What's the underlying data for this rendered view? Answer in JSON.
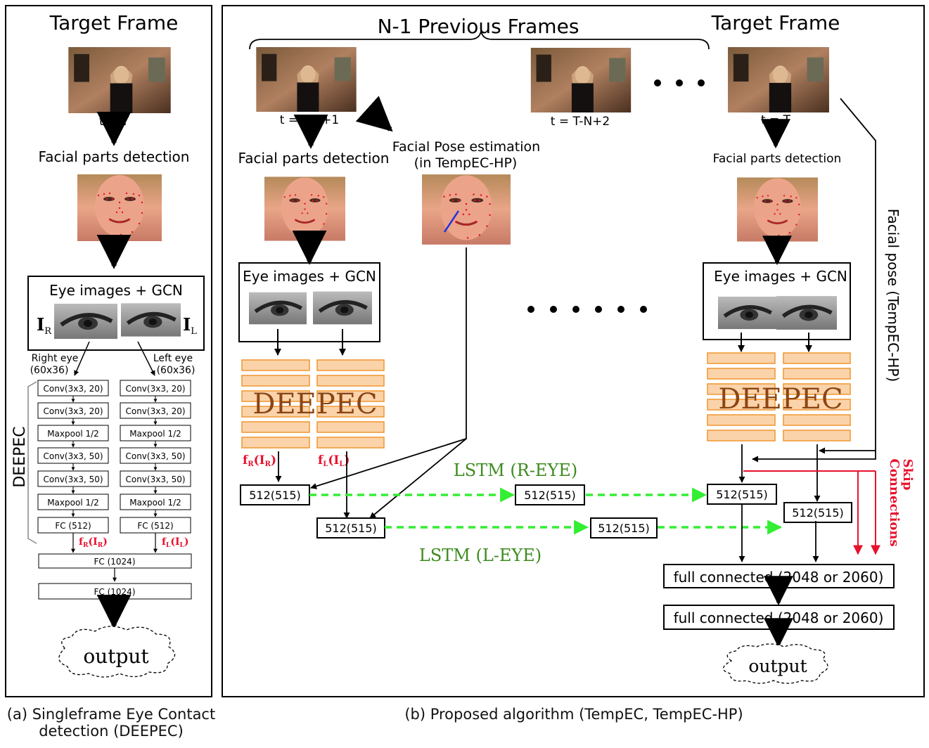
{
  "colors": {
    "red": "#e8112d",
    "green": "#3d8b1e",
    "lstm_arrow": "#33ee33",
    "deepec_fill": "#fbd3aa",
    "deepec_stroke": "#f0962e",
    "deepec_text": "#8b4513"
  },
  "left": {
    "title": "Target Frame",
    "t_label": "t = T",
    "detect_label": "Facial parts detection",
    "eye_box_title": "Eye images + GCN",
    "i_r": "I",
    "i_r_sub": "R",
    "i_l": "I",
    "i_l_sub": "L",
    "right_eye": "Right eye",
    "right_eye_size": "(60x36)",
    "left_eye": "Left eye",
    "left_eye_size": "(60x36)",
    "deepec_label": "DEEPEC",
    "layers": [
      "Conv(3x3, 20)",
      "Conv(3x3, 20)",
      "Maxpool 1/2",
      "Conv(3x3, 50)",
      "Conv(3x3, 50)",
      "Maxpool 1/2",
      "FC (512)"
    ],
    "fr": "f",
    "fr_sub": "R",
    "fr_arg": "(I",
    "fr_arg_sub": "R",
    "fl": "f",
    "fl_sub": "L",
    "fl_arg": "(I",
    "fl_arg_sub": "L",
    "fc1": "FC (1024)",
    "fc2": "FC (1024)",
    "output": "output"
  },
  "right": {
    "prev_frames": "N-1 Previous Frames",
    "target_title": "Target Frame",
    "t1": "t = T-N+1",
    "t2": "t = T-N+2",
    "t3": "t = T",
    "detect1": "Facial parts detection",
    "pose1": "Facial Pose estimation",
    "pose2": "(in TempEC-HP)",
    "detect3": "Facial parts detection",
    "facial_pose_vertical": "Facial pose (TempEC-HP)",
    "eye_box_title_1": "Eye images + GCN",
    "eye_box_title_2": "Eye images + GCN",
    "deepec_1": "DEEPEC",
    "deepec_2": "DEEPEC",
    "f1": "f",
    "f1_sub": "R",
    "f1_arg": "(I",
    "f1_arg_sub": "R",
    "f2": "f",
    "f2_sub": "L",
    "f2_arg": "(I",
    "f2_arg_sub": "L",
    "lstm_r": "LSTM (R-EYE)",
    "lstm_l": "LSTM (L-EYE)",
    "node": "512(515)",
    "skip1": "Skip",
    "skip2": "Connections",
    "fc1": "full connected (2048 or 2060)",
    "fc2": "full connected (2048 or 2060)",
    "output": "output"
  },
  "captions": {
    "a_line1": "(a) Singleframe Eye Contact",
    "a_line2": "detection (DEEPEC)",
    "b": "(b) Proposed algorithm (TempEC, TempEC-HP)"
  }
}
